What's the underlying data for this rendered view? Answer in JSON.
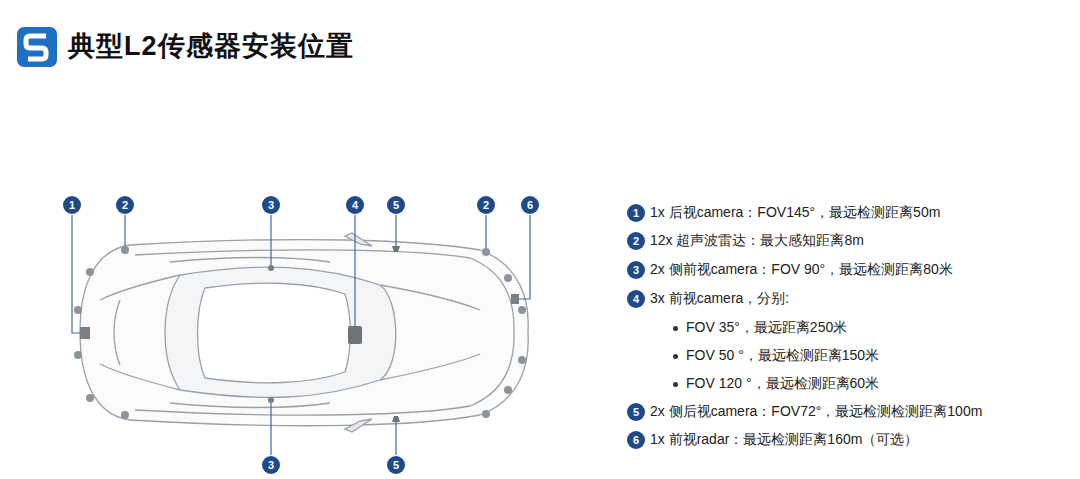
{
  "diagram": {
    "title": "典型L2传感器安装位置",
    "labels": [
      "1",
      "2",
      "3",
      "4",
      "5",
      "2",
      "6",
      "3",
      "5",
      "1",
      "1x 后视camera：FOV145°，最远检测距离50m",
      "2",
      "12x 超声波雷达：最大感知距离8m",
      "3",
      "2x 侧前视camera：FOV 90°，最远检测距离80米",
      "4",
      "3x 前视camera，分别:",
      "FOV 35°，最远距离250米",
      "FOV 50 °，最远检测距离150米",
      "FOV 120 °，最远检测距离60米",
      "5",
      "2x 侧后视camera：FOV72°，最远检测检测距离100m",
      "6",
      "1x 前视radar：最远检测距离160m（可选）"
    ]
  }
}
